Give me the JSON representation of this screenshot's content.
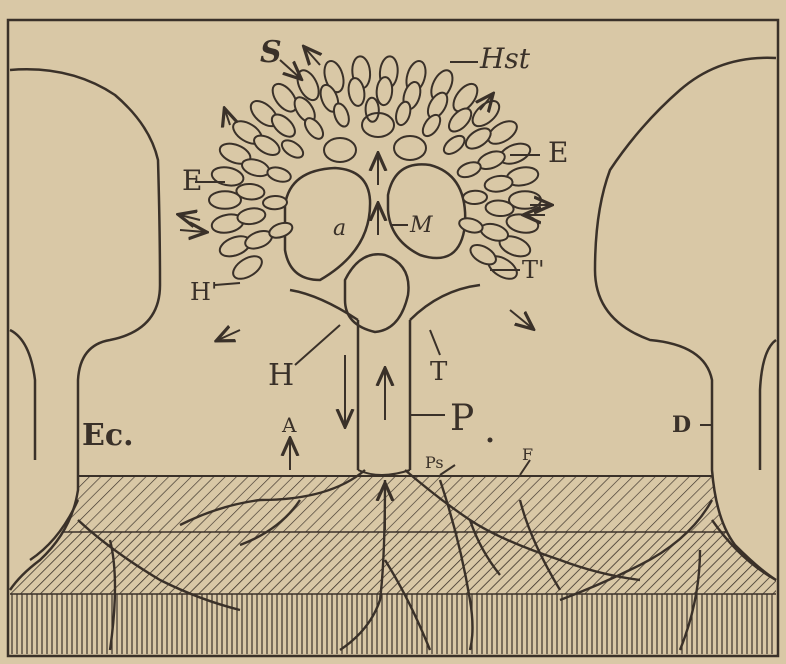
{
  "labels": {
    "S": "S",
    "Hst": "Hst",
    "E_right": "E",
    "E_left": "E",
    "a": "a",
    "M": "M",
    "T_prime": "T'",
    "H_prime": "H'",
    "H": "H",
    "T": "T",
    "P": "P",
    "A": "A",
    "Ps": "Ps",
    "F": "F",
    "Ec": "Ec.",
    "D": "D"
  },
  "colors": {
    "paper": "#d9c8a6",
    "ink": "#3a3129"
  }
}
